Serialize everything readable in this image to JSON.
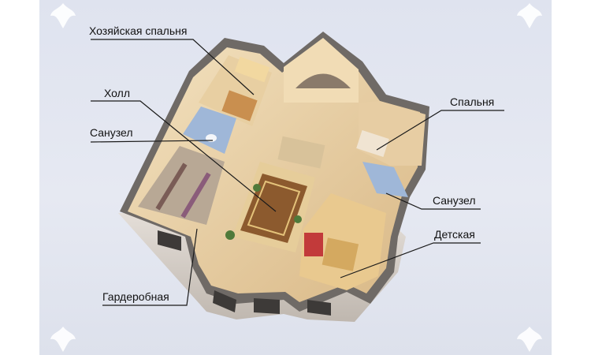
{
  "labels": {
    "master_bedroom": "Хозяйская спальня",
    "hall": "Холл",
    "bathroom_left": "Санузел",
    "bedroom": "Спальня",
    "bathroom_right": "Санузел",
    "kids_room": "Детская",
    "wardrobe": "Гардеробная"
  },
  "colors": {
    "background": "#e2e6f0",
    "leader_line": "#1a1a1a",
    "wall_top": "#6f6a66",
    "floor_light": "#e9d2a8",
    "carpet": "#8c5a2e",
    "bath_tile": "#9fb7d8",
    "exterior": "#d8d2cc"
  },
  "icons": {
    "corner_ornament": "fleur-ornament-icon"
  }
}
